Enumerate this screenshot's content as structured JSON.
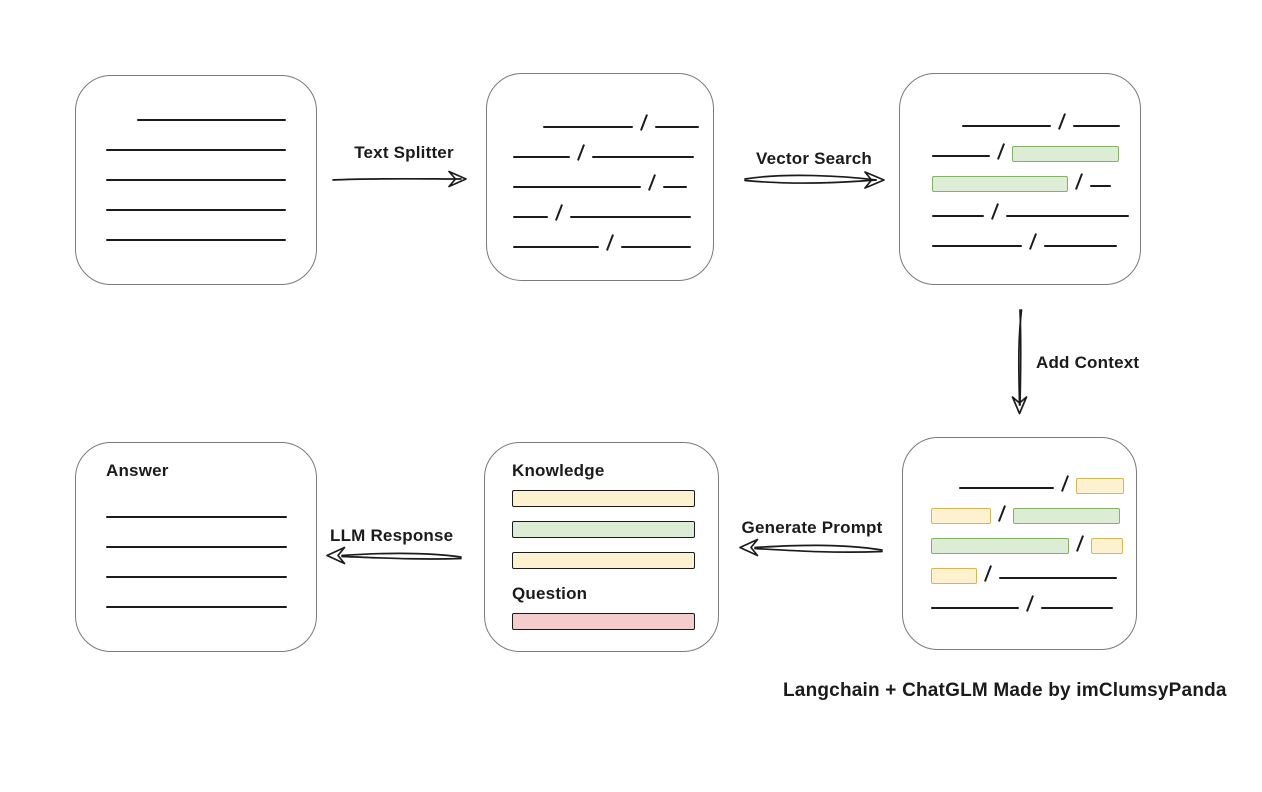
{
  "caption": "Langchain + ChatGLM Made by imClumsyPanda",
  "colors": {
    "line": "#1b1b1b",
    "box_border": "#7a7a7a",
    "green_fill": "#dcecd5",
    "green_stroke": "#83b266",
    "yellow_fill": "#fdf2cf",
    "yellow_stroke": "#d6b656",
    "red_fill": "#f3cccb",
    "red_stroke": "#bb5a56"
  },
  "arrows": [
    {
      "id": "text-splitter",
      "label": "Text Splitter",
      "direction": "right"
    },
    {
      "id": "vector-search",
      "label": "Vector Search",
      "direction": "right"
    },
    {
      "id": "add-context",
      "label": "Add Context",
      "direction": "down"
    },
    {
      "id": "generate-prompt",
      "label": "Generate Prompt",
      "direction": "left"
    },
    {
      "id": "llm-response",
      "label": "LLM Response",
      "direction": "left"
    }
  ],
  "boxes": {
    "document": {
      "rows": [
        {
          "indent": 31,
          "segs": [
            {
              "k": "line",
              "w": 149
            }
          ]
        },
        {
          "segs": [
            {
              "k": "line",
              "w": 180
            }
          ]
        },
        {
          "segs": [
            {
              "k": "line",
              "w": 180
            }
          ]
        },
        {
          "segs": [
            {
              "k": "line",
              "w": 180
            }
          ]
        },
        {
          "segs": [
            {
              "k": "line",
              "w": 180
            }
          ]
        }
      ]
    },
    "chunks": {
      "rows": [
        {
          "indent": 30,
          "segs": [
            {
              "k": "line",
              "w": 90
            },
            {
              "k": "slash"
            },
            {
              "k": "line",
              "w": 44
            }
          ]
        },
        {
          "segs": [
            {
              "k": "line",
              "w": 57
            },
            {
              "k": "slash"
            },
            {
              "k": "line",
              "w": 102
            }
          ]
        },
        {
          "segs": [
            {
              "k": "line",
              "w": 128
            },
            {
              "k": "slash"
            },
            {
              "k": "line",
              "w": 24
            }
          ]
        },
        {
          "segs": [
            {
              "k": "line",
              "w": 35
            },
            {
              "k": "slash"
            },
            {
              "k": "line",
              "w": 121
            }
          ]
        },
        {
          "segs": [
            {
              "k": "line",
              "w": 86
            },
            {
              "k": "slash"
            },
            {
              "k": "line",
              "w": 70
            }
          ]
        }
      ]
    },
    "matched": {
      "rows": [
        {
          "indent": 30,
          "segs": [
            {
              "k": "line",
              "w": 89
            },
            {
              "k": "slash"
            },
            {
              "k": "line",
              "w": 47
            }
          ]
        },
        {
          "segs": [
            {
              "k": "line",
              "w": 58
            },
            {
              "k": "slash"
            },
            {
              "k": "chip",
              "c": "green",
              "w": 107
            }
          ]
        },
        {
          "segs": [
            {
              "k": "chip",
              "c": "green",
              "w": 136
            },
            {
              "k": "slash"
            },
            {
              "k": "line",
              "w": 21
            }
          ]
        },
        {
          "segs": [
            {
              "k": "line",
              "w": 52
            },
            {
              "k": "slash"
            },
            {
              "k": "line",
              "w": 123
            }
          ]
        },
        {
          "segs": [
            {
              "k": "line",
              "w": 90
            },
            {
              "k": "slash"
            },
            {
              "k": "line",
              "w": 73
            }
          ]
        }
      ]
    },
    "context": {
      "rows": [
        {
          "indent": 28,
          "segs": [
            {
              "k": "line",
              "w": 95
            },
            {
              "k": "slash"
            },
            {
              "k": "chip",
              "c": "yellow",
              "w": 48
            }
          ]
        },
        {
          "segs": [
            {
              "k": "chip",
              "c": "yellow",
              "w": 60
            },
            {
              "k": "slash"
            },
            {
              "k": "chip",
              "c": "green",
              "w": 107
            }
          ]
        },
        {
          "segs": [
            {
              "k": "chip",
              "c": "green",
              "w": 138
            },
            {
              "k": "slash"
            },
            {
              "k": "chip",
              "c": "yellow",
              "w": 32
            }
          ]
        },
        {
          "segs": [
            {
              "k": "chip",
              "c": "yellow",
              "w": 46
            },
            {
              "k": "slash"
            },
            {
              "k": "line",
              "w": 118
            }
          ]
        },
        {
          "segs": [
            {
              "k": "line",
              "w": 88
            },
            {
              "k": "slash"
            },
            {
              "k": "line",
              "w": 72
            }
          ]
        }
      ]
    },
    "prompt": {
      "knowledge_label": "Knowledge",
      "question_label": "Question",
      "knowledge_bars": [
        "yellow",
        "green",
        "yellow"
      ],
      "question_bar": "red"
    },
    "answer": {
      "label": "Answer",
      "rows": [
        {
          "segs": [
            {
              "k": "line",
              "w": 181
            }
          ]
        },
        {
          "segs": [
            {
              "k": "line",
              "w": 181
            }
          ]
        },
        {
          "segs": [
            {
              "k": "line",
              "w": 181
            }
          ]
        },
        {
          "segs": [
            {
              "k": "line",
              "w": 181
            }
          ]
        }
      ]
    }
  }
}
